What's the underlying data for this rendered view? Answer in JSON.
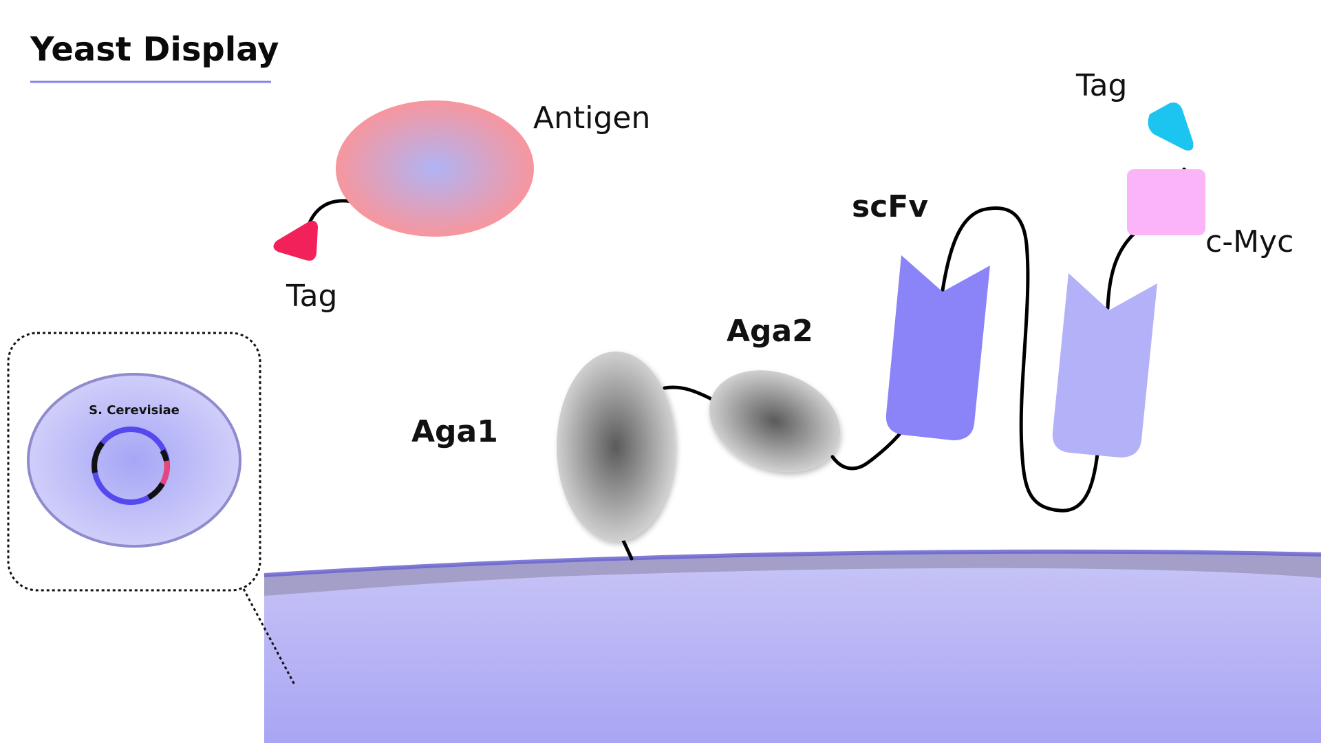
{
  "title": "Yeast Display",
  "labels": {
    "antigen": "Antigen",
    "antigen_tag": "Tag",
    "scfv_tag": "Tag",
    "cmyc": "c-Myc",
    "scfv": "scFv",
    "aga2": "Aga2",
    "aga1": "Aga1",
    "cell": "S. Cerevisiae"
  },
  "icons": {
    "antigen_tag": "triangle-tag",
    "scfv_tag": "triangle-tag",
    "cmyc": "square-tag",
    "plasmid": "circular-plasmid"
  },
  "colors": {
    "accent": "#8880ee",
    "antigen_tag": "#f2215a",
    "scfv_tag": "#1cc4f0",
    "cmyc": "#fbb4f8",
    "scfv_heavy": "#8a84f8",
    "scfv_light": "#b3b1f8",
    "membrane": "#a39fc8",
    "cell_wall": "#c4c1f6",
    "plasmid": "#5448ee",
    "plasmid_marker": "#e8457c"
  }
}
